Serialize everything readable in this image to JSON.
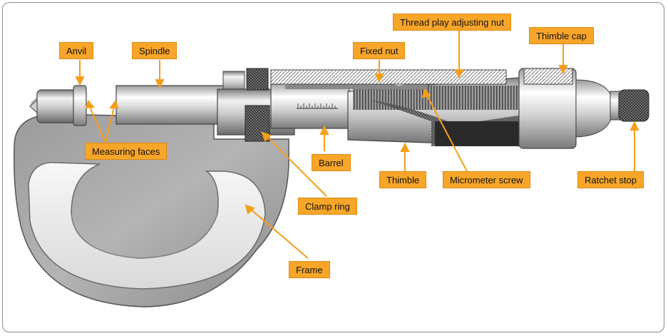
{
  "labels": {
    "anvil": "Anvil",
    "spindle": "Spindle",
    "measuring_faces": "Measuring faces",
    "fixed_nut": "Fixed nut",
    "thread_play_adjusting_nut": "Thread play adjusting nut",
    "thimble_cap": "Thimble cap",
    "barrel": "Barrel",
    "thimble": "Thimble",
    "micrometer_screw": "Micrometer screw",
    "ratchet_stop": "Ratchet stop",
    "clamp_ring": "Clamp ring",
    "frame": "Frame"
  },
  "colors": {
    "callout_fill": "#f8a629",
    "leader_line": "#f59e1a",
    "frame_border": "#8a8a8a"
  }
}
